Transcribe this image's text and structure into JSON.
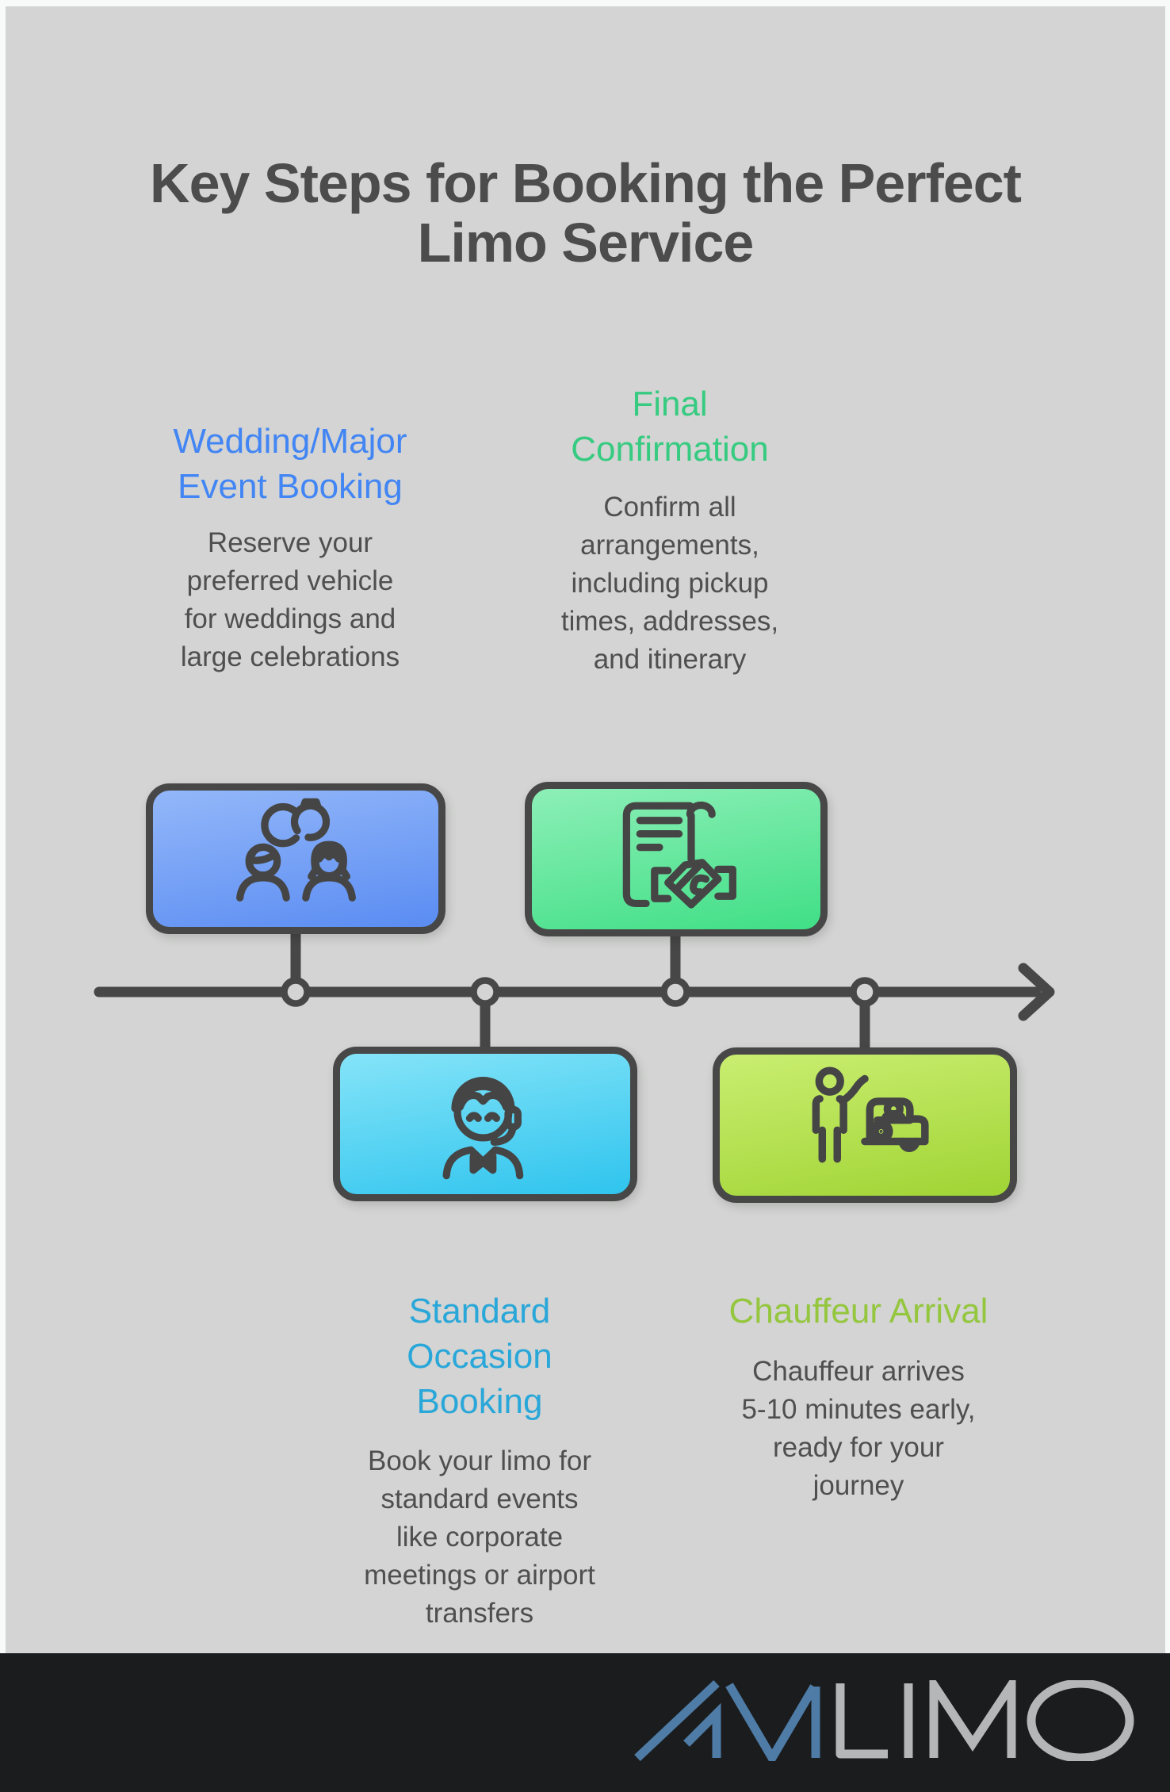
{
  "infographic": {
    "title": "Key Steps for Booking the Perfect\nLimo Service",
    "background_color": "#d3d4d3",
    "page_margin_color": "#f8fafa",
    "title_color": "#4c4c4c",
    "body_text_color": "#4f4f4f",
    "line_color": "#474747"
  },
  "steps": [
    {
      "heading": "Wedding/Major\nEvent Booking",
      "heading_color": "#4285f4",
      "body": "Reserve your\npreferred vehicle\nfor weddings and\nlarge celebrations",
      "icon": "wedding-couple-icon",
      "box_gradient_top": "#93b7f9",
      "box_gradient_bottom": "#5a8cf2",
      "position": "above-timeline"
    },
    {
      "heading": "Final\nConfirmation",
      "heading_color": "#36cb80",
      "body": "Confirm all\narrangements,\nincluding pickup\ntimes, addresses,\nand itinerary",
      "icon": "contract-handshake-icon",
      "box_gradient_top": "#8defb7",
      "box_gradient_bottom": "#40df86",
      "position": "above-timeline"
    },
    {
      "heading": "Standard\nOccasion\nBooking",
      "heading_color": "#29a7d9",
      "body": "Book your limo for\nstandard events\nlike corporate\nmeetings or airport\ntransfers",
      "icon": "support-agent-icon",
      "box_gradient_top": "#85e4f8",
      "box_gradient_bottom": "#2fc4ee",
      "position": "below-timeline"
    },
    {
      "heading": "Chauffeur Arrival",
      "heading_color": "#94c63e",
      "body": "Chauffeur arrives\n5-10 minutes early,\nready for your\njourney",
      "icon": "chauffeur-car-icon",
      "box_gradient_top": "#caee71",
      "box_gradient_bottom": "#a0d434",
      "position": "below-timeline"
    }
  ],
  "timeline": {
    "direction": "left-to-right",
    "node_count": 4
  },
  "footer": {
    "background_color": "#1b1c1d",
    "logo_text": "AVILIMO",
    "logo_prefix": "AVI",
    "logo_suffix": "LIMO",
    "logo_prefix_color": "#4e7ca6",
    "logo_suffix_color": "#b5b6b8"
  }
}
